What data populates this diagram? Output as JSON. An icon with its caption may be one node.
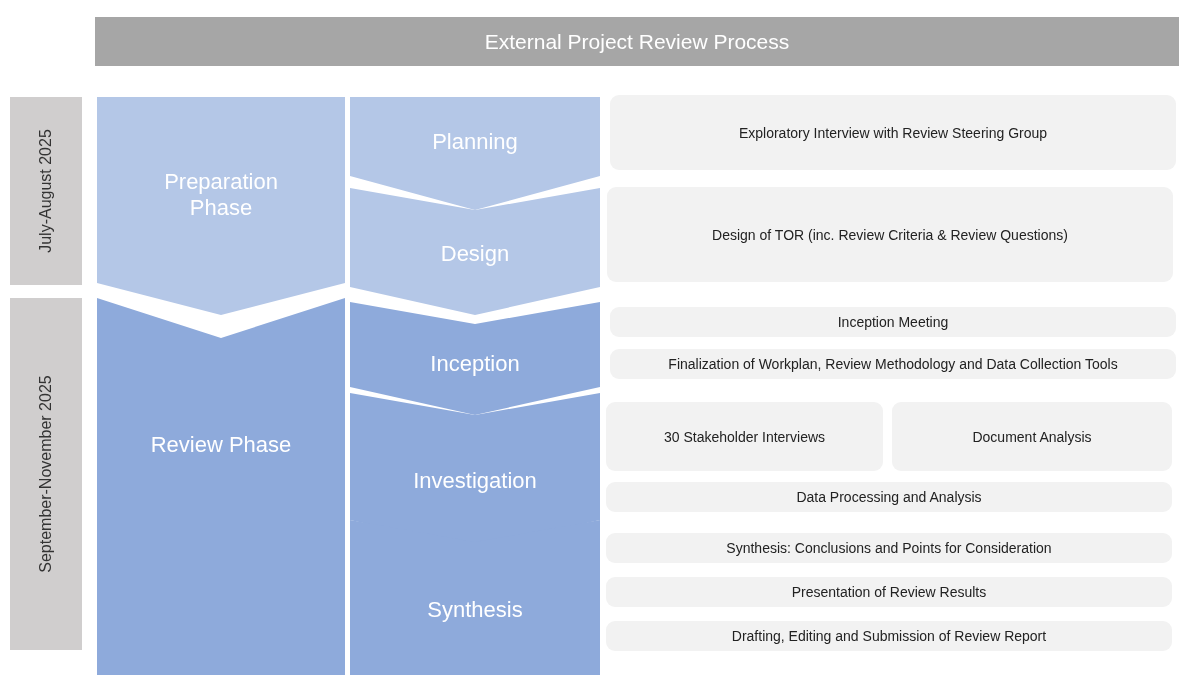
{
  "diagram": {
    "title": "External Project Review Process",
    "nodes": [
      {
        "text": [
          "July-August 2025"
        ]
      },
      {
        "text": [
          "September-November 2025"
        ]
      },
      {
        "text": [
          "Preparation Phase"
        ]
      },
      {
        "text": [
          "Review Phase"
        ]
      },
      {
        "text": [
          "Planning"
        ]
      },
      {
        "text": [
          "Design"
        ]
      },
      {
        "text": [
          "Inception"
        ]
      },
      {
        "text": [
          "Investigation"
        ]
      },
      {
        "text": [
          "Synthesis"
        ]
      },
      {
        "text": [
          "Exploratory Interview with Review Steering Group"
        ]
      },
      {
        "text": [
          "Design of TOR (inc. Review Criteria & Review Questions)"
        ]
      },
      {
        "text": [
          "Inception Meeting"
        ]
      },
      {
        "text": [
          "Finalization of Workplan, Review Methodology and Data Collection Tools"
        ]
      },
      {
        "text": [
          "30 Stakeholder Interviews"
        ]
      },
      {
        "text": [
          "Document Analysis"
        ]
      },
      {
        "text": [
          "Data Processing and Analysis"
        ]
      },
      {
        "text": [
          "Synthesis: Conclusions and Points for Consideration"
        ]
      },
      {
        "text": [
          "Presentation of Review Results"
        ]
      },
      {
        "text": [
          "Drafting, Editing and Submission of Review Report"
        ]
      }
    ]
  }
}
